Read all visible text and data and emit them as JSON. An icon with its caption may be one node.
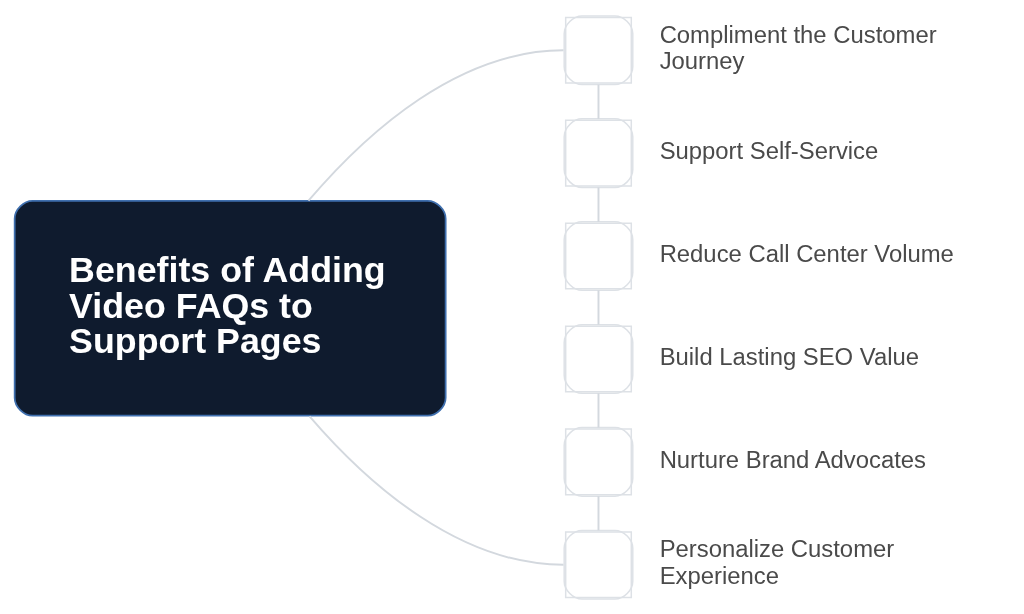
{
  "diagram": {
    "nodes": [
      {
        "text": [
          "Benefits of Adding Video FAQs to Support Pages"
        ]
      },
      {
        "text": [],
        "shape": "box",
        "beside": [
          "Compliment the Customer Journey"
        ]
      },
      {
        "text": [],
        "shape": "box",
        "beside": [
          "Support Self-Service"
        ]
      },
      {
        "text": [],
        "shape": "box",
        "beside": [
          "Reduce Call Center Volume"
        ]
      },
      {
        "text": [],
        "shape": "box",
        "beside": [
          "Build Lasting SEO Value"
        ]
      },
      {
        "text": [],
        "shape": "box",
        "beside": [
          "Nurture Brand Advocates"
        ]
      },
      {
        "text": [],
        "shape": "box",
        "beside": [
          "Personalize Customer Experience"
        ]
      }
    ],
    "edges": [
      {
        "from": 0,
        "to": 1,
        "arrow": "none"
      },
      {
        "from": 1,
        "to": 2,
        "arrow": "none"
      },
      {
        "from": 2,
        "to": 3,
        "arrow": "none"
      },
      {
        "from": 3,
        "to": 4,
        "arrow": "none"
      },
      {
        "from": 4,
        "to": 5,
        "arrow": "none"
      },
      {
        "from": 5,
        "to": 6,
        "arrow": "none"
      },
      {
        "from": 0,
        "to": 6,
        "arrow": "none"
      }
    ]
  }
}
